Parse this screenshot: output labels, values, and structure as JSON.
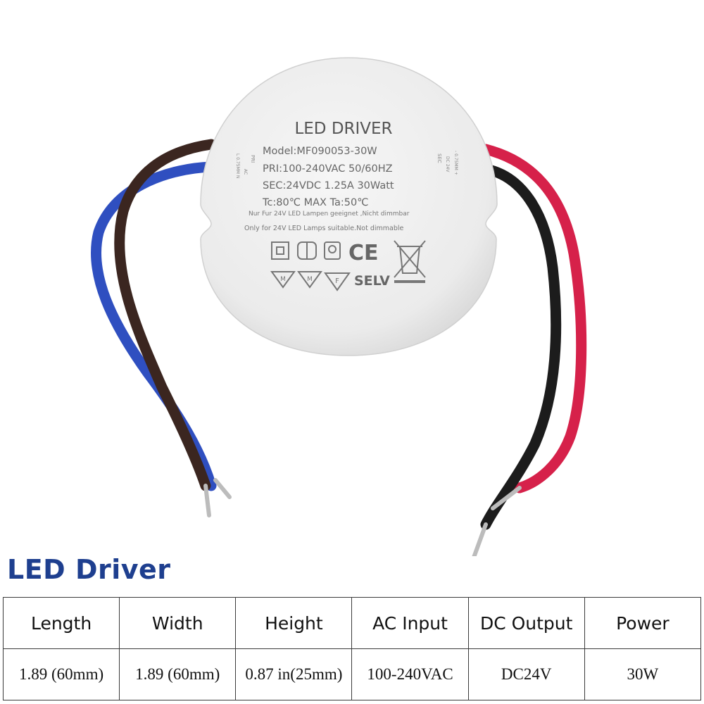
{
  "product": {
    "label_title": "LED DRIVER",
    "label_lines": [
      "Model:MF090053-30W",
      "PRI:100-240VAC 50/60HZ",
      "SEC:24VDC 1.25A 30Watt",
      "Tc:80℃  MAX Ta:50℃"
    ],
    "label_small_de": "Nur Fur 24V LED Lampen geeignet ,Nicht dimmbar",
    "label_small_en": "Only for 24V LED Lamps suitable.Not dimmable",
    "selv_mark": "SELV",
    "ce_mark": "CE",
    "side_pri": "PRI",
    "side_ac": "AC",
    "side_gauge_left": "L 0.75MM N",
    "side_sec": "SEC",
    "side_dc": "DC 24V",
    "side_gauge_right": "- 0.75MM +",
    "mark_m": "M",
    "mark_f": "F",
    "wire_colors": {
      "blue": "#2f4fc0",
      "brown": "#3b2620",
      "black": "#1c1c1c",
      "red": "#d6214a"
    }
  },
  "heading": "LED Driver",
  "specs": {
    "headers": [
      "Length",
      "Width",
      "Height",
      "AC Input",
      "DC Output",
      "Power"
    ],
    "values": [
      "1.89 (60mm)",
      "1.89 (60mm)",
      "0.87 in(25mm)",
      "100-240VAC",
      "DC24V",
      "30W"
    ]
  }
}
